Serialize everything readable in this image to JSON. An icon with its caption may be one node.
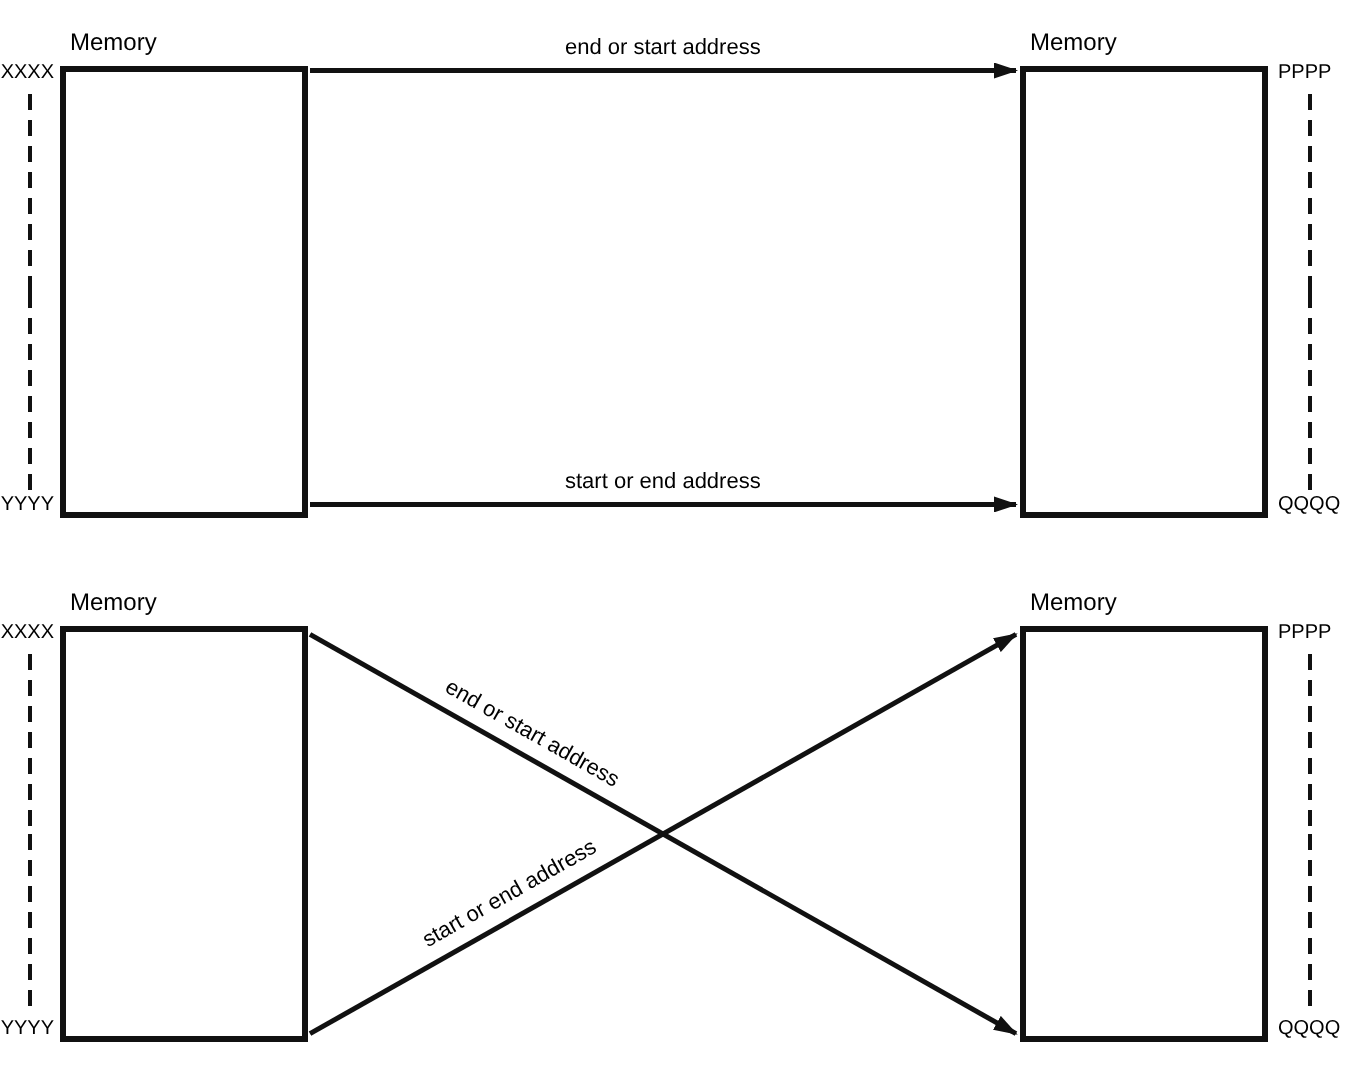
{
  "diagram": {
    "nodes": [
      {
        "text": [
          "Memory"
        ],
        "beside": [
          "XXXX",
          "YYYY"
        ]
      },
      {
        "text": [
          "Memory"
        ],
        "beside": [
          "PPPP",
          "QQQQ"
        ]
      },
      {
        "text": [
          "Memory"
        ],
        "beside": [
          "XXXX",
          "YYYY"
        ]
      },
      {
        "text": [
          "Memory"
        ],
        "beside": [
          "PPPP",
          "QQQQ"
        ]
      }
    ],
    "edges": [
      {
        "from": 0,
        "to": 1,
        "arrow": "to",
        "label": "end or start address"
      },
      {
        "from": 0,
        "to": 1,
        "arrow": "to",
        "label": "start or end address"
      },
      {
        "from": 2,
        "to": 3,
        "arrow": "to",
        "label": "end or start address"
      },
      {
        "from": 2,
        "to": 3,
        "arrow": "to",
        "label": "start or end address"
      }
    ]
  }
}
